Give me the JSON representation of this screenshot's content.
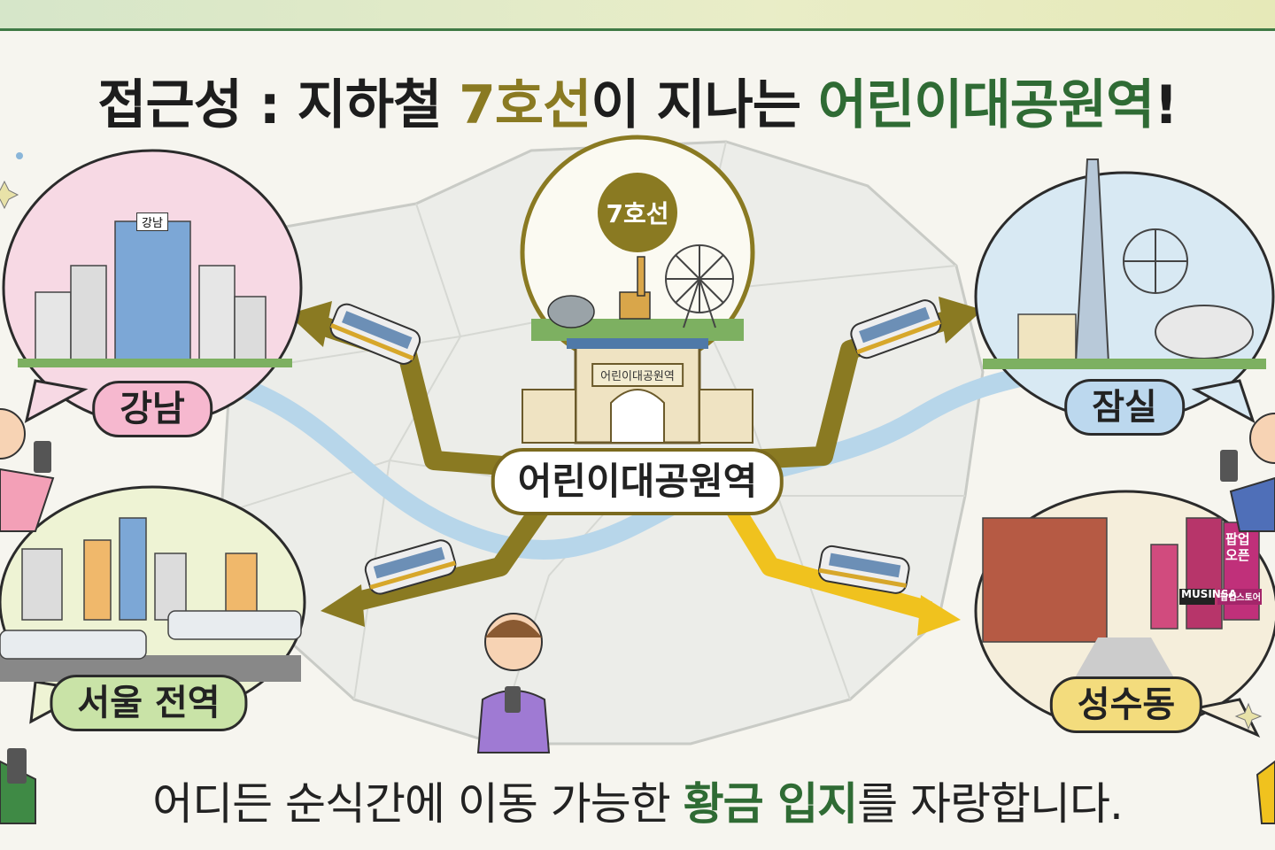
{
  "header": {
    "title_part1": "접근성 : 지하철 ",
    "title_line": "7호선",
    "title_part2": "이 지나는 ",
    "title_station": "어린이대공원역",
    "title_end": "!"
  },
  "center": {
    "station_label": "어린이대공원역",
    "line_badge": "7호선",
    "gate_sign": "어린이대공원역"
  },
  "destinations": {
    "gangnam": {
      "label": "강남",
      "building_sign": "강남"
    },
    "jamsil": {
      "label": "잠실"
    },
    "seoul": {
      "label": "서울 전역"
    },
    "seongsu": {
      "label": "성수동",
      "sign_store": "MUSINSA",
      "sign_popup": "팝업 오픈",
      "sign_popup_store": "팝업스토어"
    }
  },
  "footer": {
    "text_part1": "어디든 순식간에 이동 가능한 ",
    "text_highlight": "황금 입지",
    "text_part2": "를 자랑합니다."
  },
  "colors": {
    "accent_green": "#2f6b34",
    "accent_gold": "#8a7a22",
    "arrow_olive": "#8a7a22",
    "arrow_yellow": "#f0c21e",
    "river": "#b7d6ea"
  }
}
